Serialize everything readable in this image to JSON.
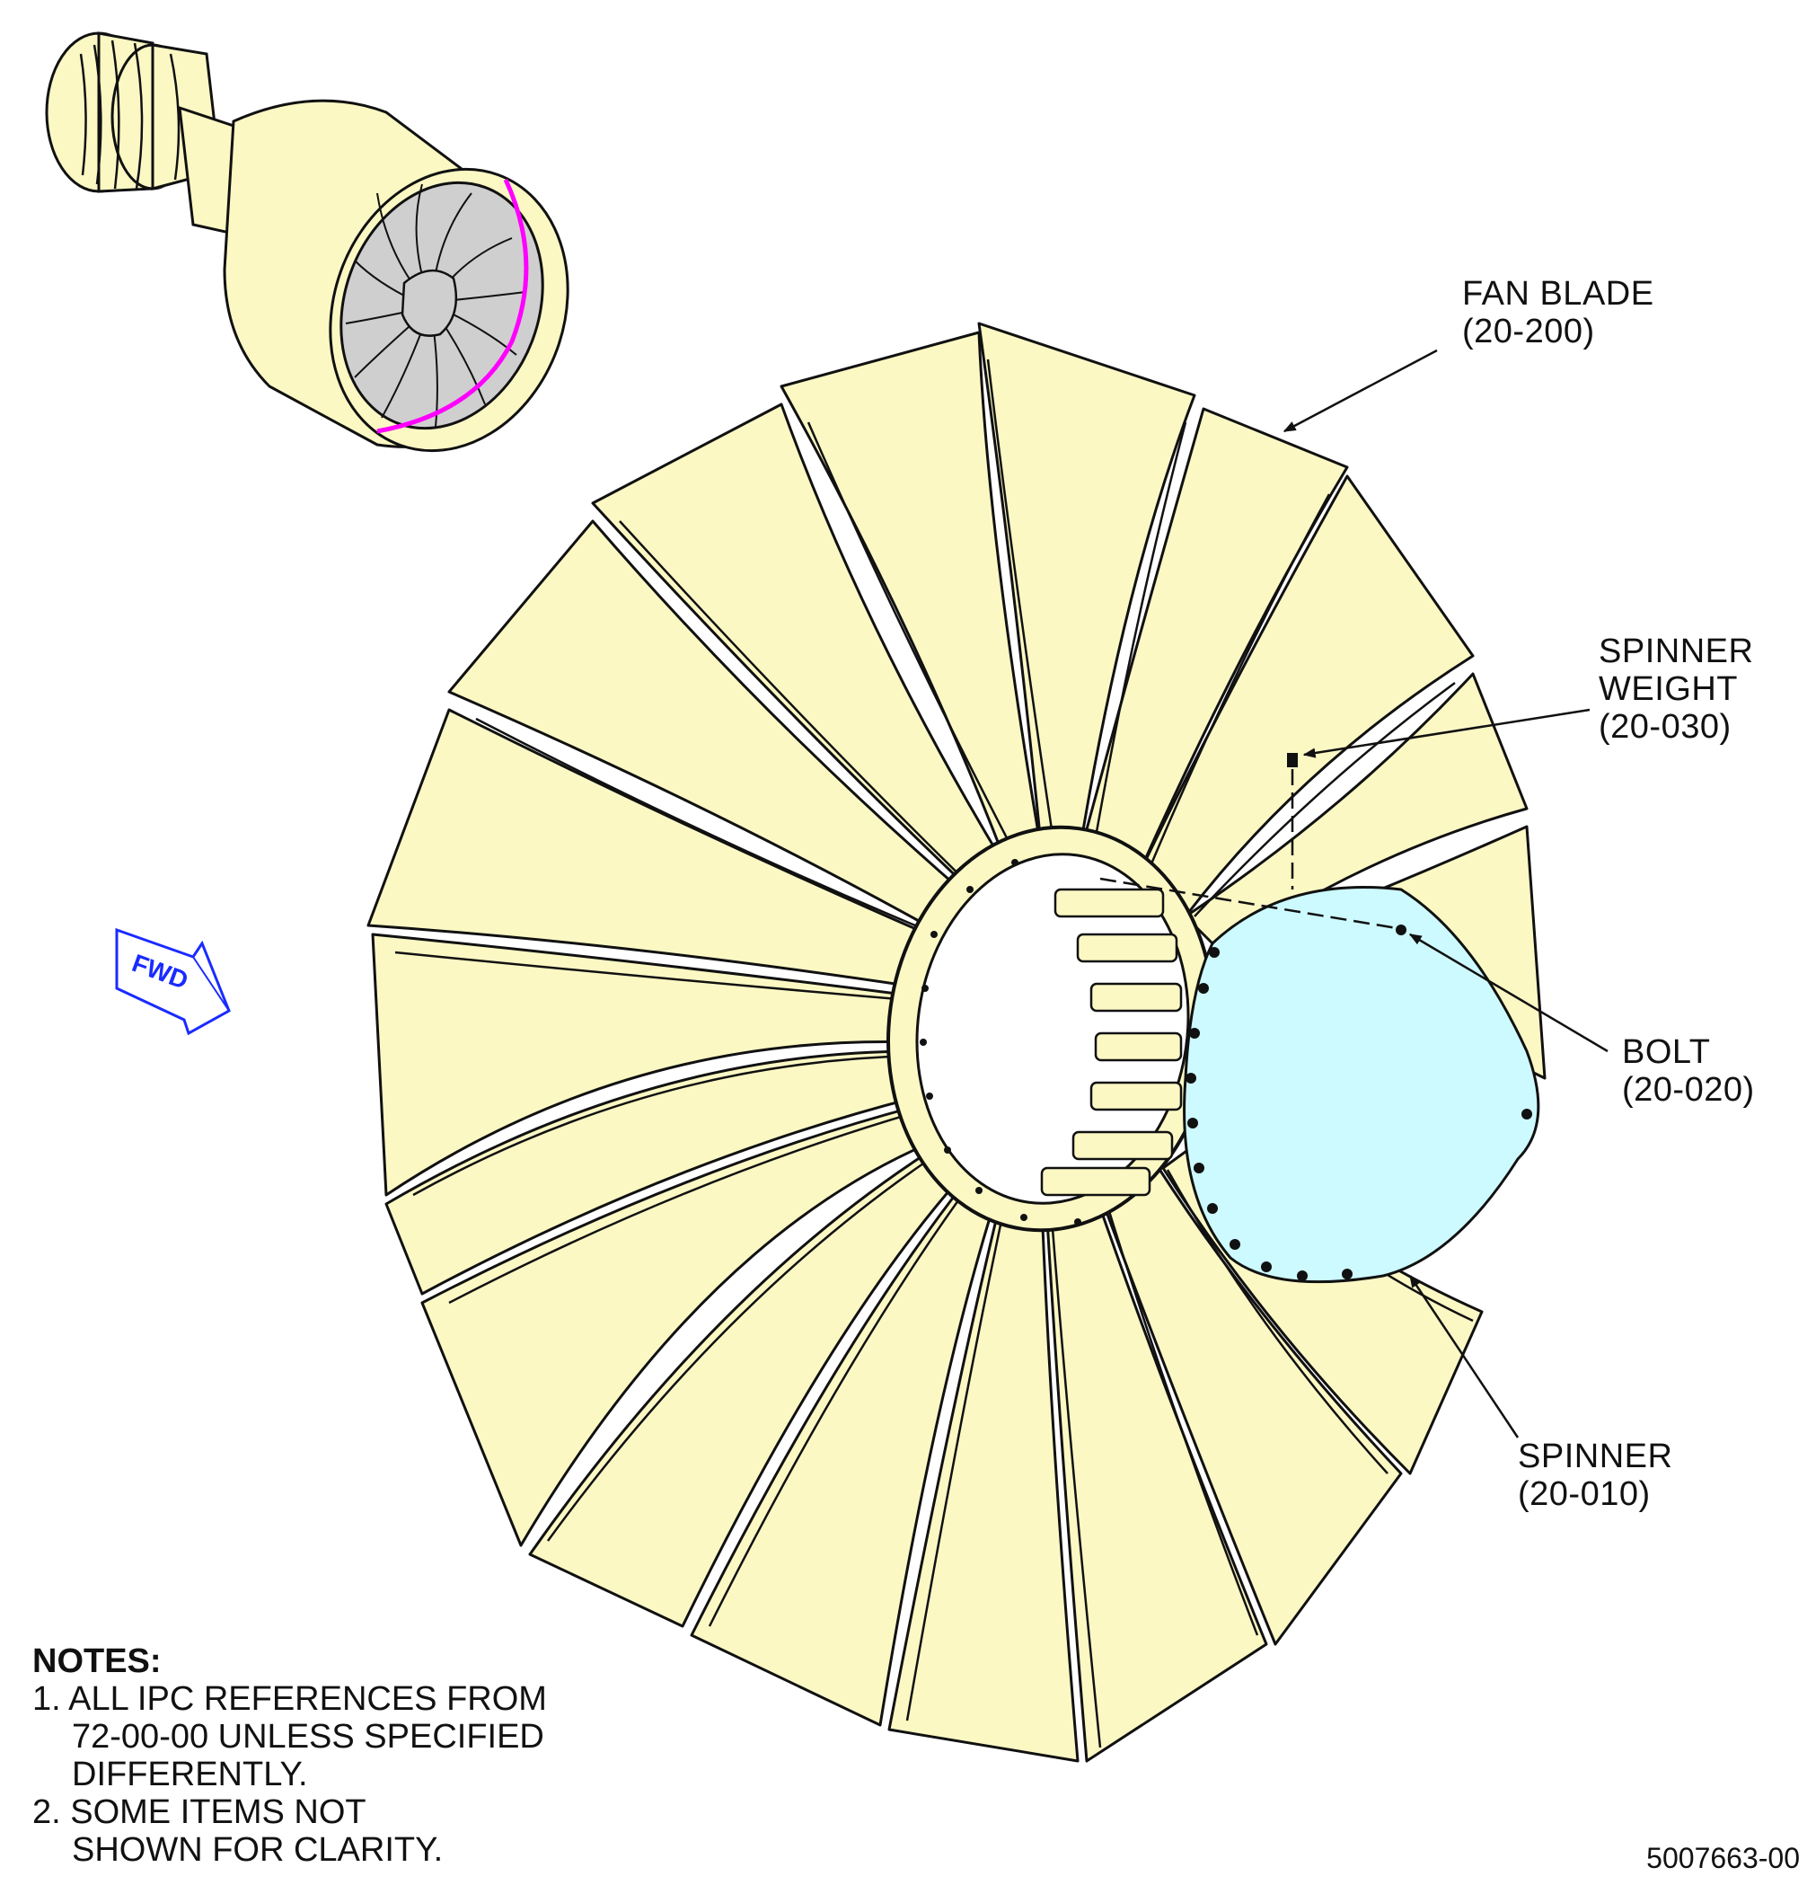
{
  "callouts": {
    "fan_blade": {
      "name": "FAN BLADE",
      "ref": "(20-200)"
    },
    "spinner_weight": {
      "name_line1": "SPINNER",
      "name_line2": "WEIGHT",
      "ref": "(20-030)"
    },
    "bolt": {
      "name": "BOLT",
      "ref": "(20-020)"
    },
    "spinner": {
      "name": "SPINNER",
      "ref": "(20-010)"
    }
  },
  "direction_marker": {
    "label": "FWD"
  },
  "notes": {
    "title": "NOTES:",
    "items": [
      {
        "line1": "1. ALL IPC REFERENCES FROM",
        "line2": "72-00-00 UNLESS SPECIFIED",
        "line3": "DIFFERENTLY."
      },
      {
        "line1": "2. SOME ITEMS NOT",
        "line2": "SHOWN FOR CLARITY."
      }
    ]
  },
  "figure_id": "5007663-00",
  "colors": {
    "blade_fill": "#fbf8c4",
    "spinner_fill": "#cdfaff",
    "inset_fan_fill": "#cfcfcf",
    "highlight_arc": "#ff00ff",
    "fwd_arrow": "#1a2bff",
    "linework": "#111111"
  }
}
